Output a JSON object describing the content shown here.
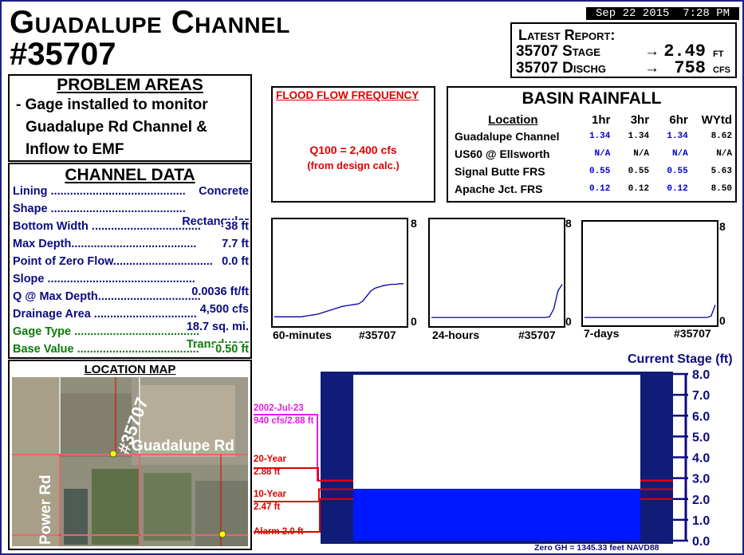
{
  "title": {
    "line1": "Guadalupe Channel",
    "line2": "#35707"
  },
  "datetime": "Sep 22 2015  7:28 PM",
  "latest_report": {
    "heading": "Latest Report:",
    "stage": {
      "label": "35707 Stage",
      "arrow": "→",
      "value": "2.49",
      "unit": "FT"
    },
    "discharge": {
      "label": "35707 Dischg",
      "arrow": "→",
      "value": "758",
      "unit": "CFS"
    }
  },
  "problem_areas": {
    "heading": "PROBLEM AREAS",
    "lines": [
      "- Gage installed to monitor",
      "Guadalupe Rd Channel &",
      "Inflow to EMF"
    ]
  },
  "channel_data": {
    "heading": "CHANNEL DATA",
    "rows": [
      {
        "label": "Lining ..........................................",
        "value": "Concrete"
      },
      {
        "label": "Shape ..........................................",
        "value": "Rectangular"
      },
      {
        "label": "Bottom Width ..................................",
        "value": "38 ft"
      },
      {
        "label": "Max Depth.......................................",
        "value": "7.7 ft"
      },
      {
        "label": "Point of Zero Flow...............................",
        "value": "0.0 ft"
      },
      {
        "label": "Slope ..............................................",
        "value": "0.0036 ft/ft"
      },
      {
        "label": "Q @ Max Depth................................",
        "value": "4,500 cfs"
      },
      {
        "label": "Drainage Area ................................",
        "value": "18.7 sq. mi."
      },
      {
        "label": "Gage Type .......................................",
        "value": "Transducer"
      },
      {
        "label": "Base Value ......................................",
        "value": "0.50 ft"
      }
    ]
  },
  "location_map": {
    "heading": "LOCATION MAP",
    "gage_label": "#35707",
    "road1": "Guadalupe Rd",
    "road2": "Power Rd"
  },
  "flood_flow": {
    "heading": "FLOOD FLOW FREQUENCY",
    "line1": "Q100 = 2,400 cfs",
    "line2": "(from design calc.)"
  },
  "basin_rainfall": {
    "heading": "BASIN RAINFALL",
    "columns": [
      "Location",
      "1hr",
      "3hr",
      "6hr",
      "WYtd"
    ],
    "rows": [
      {
        "location": "Guadalupe Channel",
        "values": [
          "1.34",
          "1.34",
          "1.34",
          "8.62"
        ]
      },
      {
        "location": "US60 @ Ellsworth",
        "values": [
          "N/A",
          "N/A",
          "N/A",
          "N/A"
        ]
      },
      {
        "location": "Signal Butte FRS",
        "values": [
          "0.55",
          "0.55",
          "0.55",
          "5.63"
        ]
      },
      {
        "location": "Apache Jct. FRS",
        "values": [
          "0.12",
          "0.12",
          "0.12",
          "8.50"
        ]
      }
    ]
  },
  "chart_data": [
    {
      "type": "line",
      "name": "60-minutes",
      "label_left": "60-minutes",
      "label_right": "#35707",
      "ylim": [
        0,
        8
      ],
      "y_top_label": "8",
      "y_bottom_label": "0",
      "y": [
        0.6,
        0.6,
        0.6,
        0.6,
        0.6,
        0.6,
        0.6,
        0.6,
        0.65,
        0.7,
        0.75,
        0.8,
        0.9,
        1.0,
        1.1,
        1.2,
        1.3,
        1.4,
        1.45,
        1.5,
        1.55,
        1.6,
        1.8,
        2.2,
        2.6,
        2.8,
        2.9,
        3.0,
        3.05,
        3.1,
        3.1,
        3.15,
        3.15
      ]
    },
    {
      "type": "line",
      "name": "24-hours",
      "label_left": "24-hours",
      "label_right": "#35707",
      "ylim": [
        0,
        8
      ],
      "y_top_label": "8",
      "y_bottom_label": "0",
      "y": [
        0.55,
        0.55,
        0.55,
        0.55,
        0.55,
        0.55,
        0.55,
        0.55,
        0.55,
        0.55,
        0.55,
        0.55,
        0.55,
        0.55,
        0.55,
        0.55,
        0.55,
        0.55,
        0.55,
        0.55,
        0.55,
        0.55,
        0.55,
        0.55,
        0.55,
        0.55,
        0.55,
        0.55,
        0.6,
        1.2,
        2.6,
        3.1
      ]
    },
    {
      "type": "line",
      "name": "7-days",
      "label_left": "7-days",
      "label_right": "#35707",
      "ylim": [
        0,
        8
      ],
      "y_top_label": "8",
      "y_bottom_label": "0",
      "y": [
        0.5,
        0.5,
        0.5,
        0.5,
        0.5,
        0.5,
        0.5,
        0.5,
        0.5,
        0.5,
        0.5,
        0.5,
        0.5,
        0.5,
        0.5,
        0.5,
        0.5,
        0.5,
        0.5,
        0.5,
        0.5,
        0.5,
        0.5,
        0.5,
        0.5,
        0.5,
        0.5,
        0.5,
        0.5,
        0.5,
        0.6,
        1.5
      ]
    },
    {
      "type": "bar",
      "name": "current-stage",
      "title": "Current Stage (ft)",
      "ylim": [
        0,
        8
      ],
      "ticks": [
        "0.0",
        "1.0",
        "2.0",
        "3.0",
        "4.0",
        "5.0",
        "6.0",
        "7.0",
        "8.0"
      ],
      "value": 2.49,
      "footnote": "Zero GH = 1345.33 feet NAVD88",
      "annotations": [
        {
          "text_lines": [
            "2002-Jul-23",
            "940 cfs/2.88 ft"
          ],
          "stage": 2.88,
          "color": "#e020e0"
        },
        {
          "text_lines": [
            "20-Year",
            "2.88 ft"
          ],
          "stage": 2.88,
          "color": "#e00000"
        },
        {
          "text_lines": [
            "10-Year",
            "2.47 ft"
          ],
          "stage": 2.47,
          "color": "#e00000"
        },
        {
          "text_lines": [
            "Alarm 2.0 ft"
          ],
          "stage": 2.0,
          "color": "#e00000"
        }
      ]
    }
  ],
  "colors": {
    "frame": "#1b1f8a",
    "water": "#0018ff",
    "channel": "#101c78",
    "text_blue": "#0b0b80",
    "alert_red": "#e00000"
  }
}
